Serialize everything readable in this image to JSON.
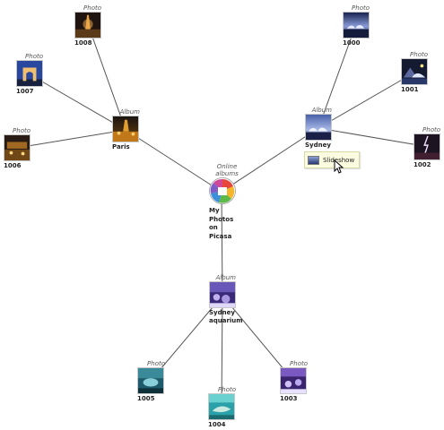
{
  "root": {
    "type": "Online albums",
    "label_lines": [
      "My",
      "Photos",
      "on",
      "Picasa"
    ],
    "icon": "picasa-pinwheel-icon"
  },
  "albums": [
    {
      "id": "paris",
      "type": "Album",
      "label": "Paris"
    },
    {
      "id": "sydney",
      "type": "Album",
      "label": "Sydney"
    },
    {
      "id": "aquarium",
      "type": "Album",
      "label": "Sydney aquarium"
    }
  ],
  "photos": [
    {
      "id": "1008",
      "type": "Photo",
      "label": "1008"
    },
    {
      "id": "1007",
      "type": "Photo",
      "label": "1007"
    },
    {
      "id": "1006",
      "type": "Photo",
      "label": "1006"
    },
    {
      "id": "1000",
      "type": "Photo",
      "label": "1000"
    },
    {
      "id": "1001",
      "type": "Photo",
      "label": "1001"
    },
    {
      "id": "1002",
      "type": "Photo",
      "label": "1002"
    },
    {
      "id": "1005",
      "type": "Photo",
      "label": "1005"
    },
    {
      "id": "1004",
      "type": "Photo",
      "label": "1004"
    },
    {
      "id": "1003",
      "type": "Photo",
      "label": "1003"
    }
  ],
  "tooltip": {
    "label": "Slideshow",
    "icon": "slideshow-icon"
  },
  "colors": {
    "edge": "#555555",
    "background": "#ffffff",
    "tooltip_bg": "#fbfbdf"
  }
}
